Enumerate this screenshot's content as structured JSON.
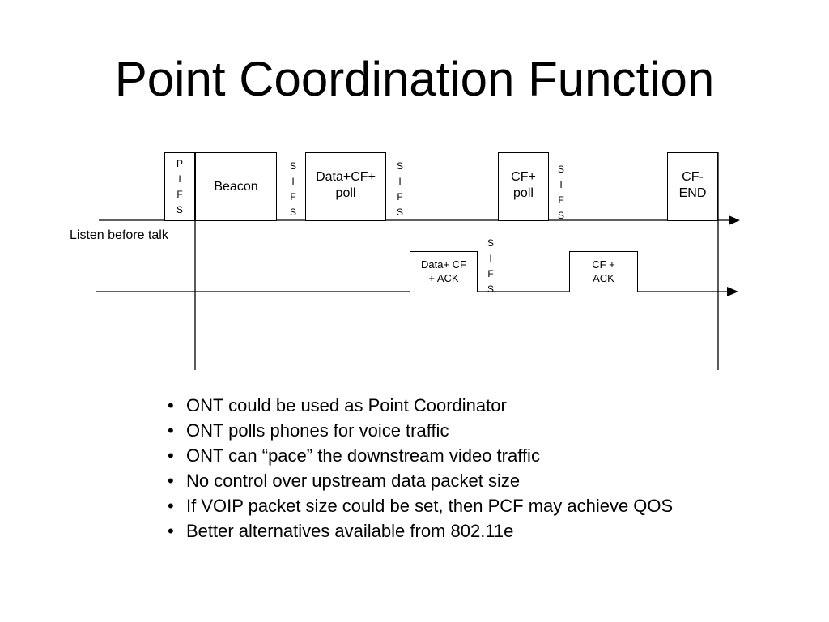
{
  "title": "Point Coordination Function",
  "diagram": {
    "pifs": "P\nI\nF\nS",
    "sifs": "S\nI\nF\nS",
    "beacon": "Beacon",
    "data_cf_poll": "Data+CF+\npoll",
    "cf_poll": "CF+\npoll",
    "cf_end": "CF-\nEND",
    "data_cf_ack": "Data+ CF\n+  ACK",
    "cf_ack": "CF +\nACK",
    "listen_before_talk": "Listen before talk"
  },
  "bullets": [
    "ONT could be used as Point Coordinator",
    "ONT polls phones for voice traffic",
    "ONT can “pace” the downstream video traffic",
    "No control over upstream data packet size",
    "If VOIP packet size could be set, then PCF may achieve QOS",
    "Better alternatives available from 802.11e"
  ]
}
